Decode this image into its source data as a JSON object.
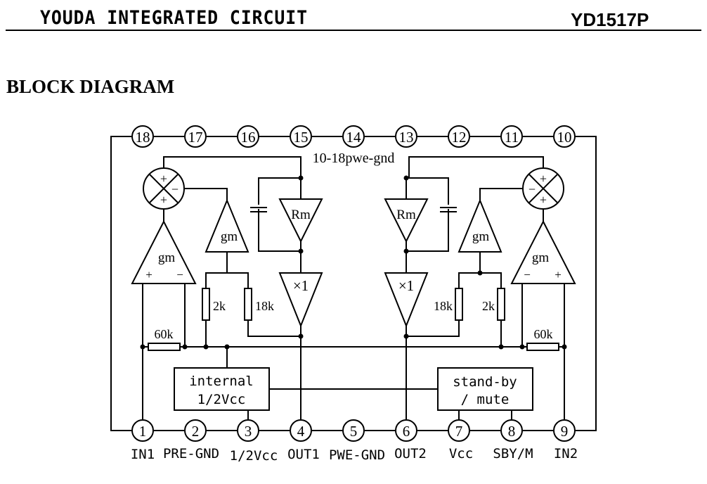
{
  "header": {
    "company": "YOUDA INTEGRATED CIRCUIT",
    "part_number": "YD1517P"
  },
  "section_title": "BLOCK DIAGRAM",
  "diagram": {
    "top_pins": [
      "18",
      "17",
      "16",
      "15",
      "14",
      "13",
      "12",
      "11",
      "10"
    ],
    "bottom_pins": [
      "1",
      "2",
      "3",
      "4",
      "5",
      "6",
      "7",
      "8",
      "9"
    ],
    "bottom_pin_labels": [
      "IN1",
      "PRE-GND",
      "1/2Vcc",
      "OUT1",
      "PWE-GND",
      "OUT2",
      "Vcc",
      "SBY/M",
      "IN2"
    ],
    "ground_label": "10-18pwe-gnd",
    "left_channel": {
      "summer_signs": {
        "top": "+",
        "right": "−",
        "bottom": "+"
      },
      "input_amp": {
        "label": "gm",
        "inputs": [
          "+",
          "−"
        ]
      },
      "feedback_amp": {
        "label": "gm"
      },
      "rm_stage": {
        "label": "Rm"
      },
      "buffer": {
        "label": "×1"
      },
      "resistors": [
        "2k",
        "18k",
        "60k"
      ]
    },
    "right_channel": {
      "summer_signs": {
        "top": "+",
        "left": "−",
        "bottom": "+"
      },
      "input_amp": {
        "label": "gm",
        "inputs": [
          "−",
          "+"
        ]
      },
      "feedback_amp": {
        "label": "gm"
      },
      "rm_stage": {
        "label": "Rm"
      },
      "buffer": {
        "label": "×1"
      },
      "resistors": [
        "18k",
        "2k",
        "60k"
      ]
    },
    "blocks": {
      "internal_vcc": [
        "internal",
        "1/2Vcc"
      ],
      "standby_mute": [
        "stand-by",
        "/ mute"
      ]
    }
  }
}
